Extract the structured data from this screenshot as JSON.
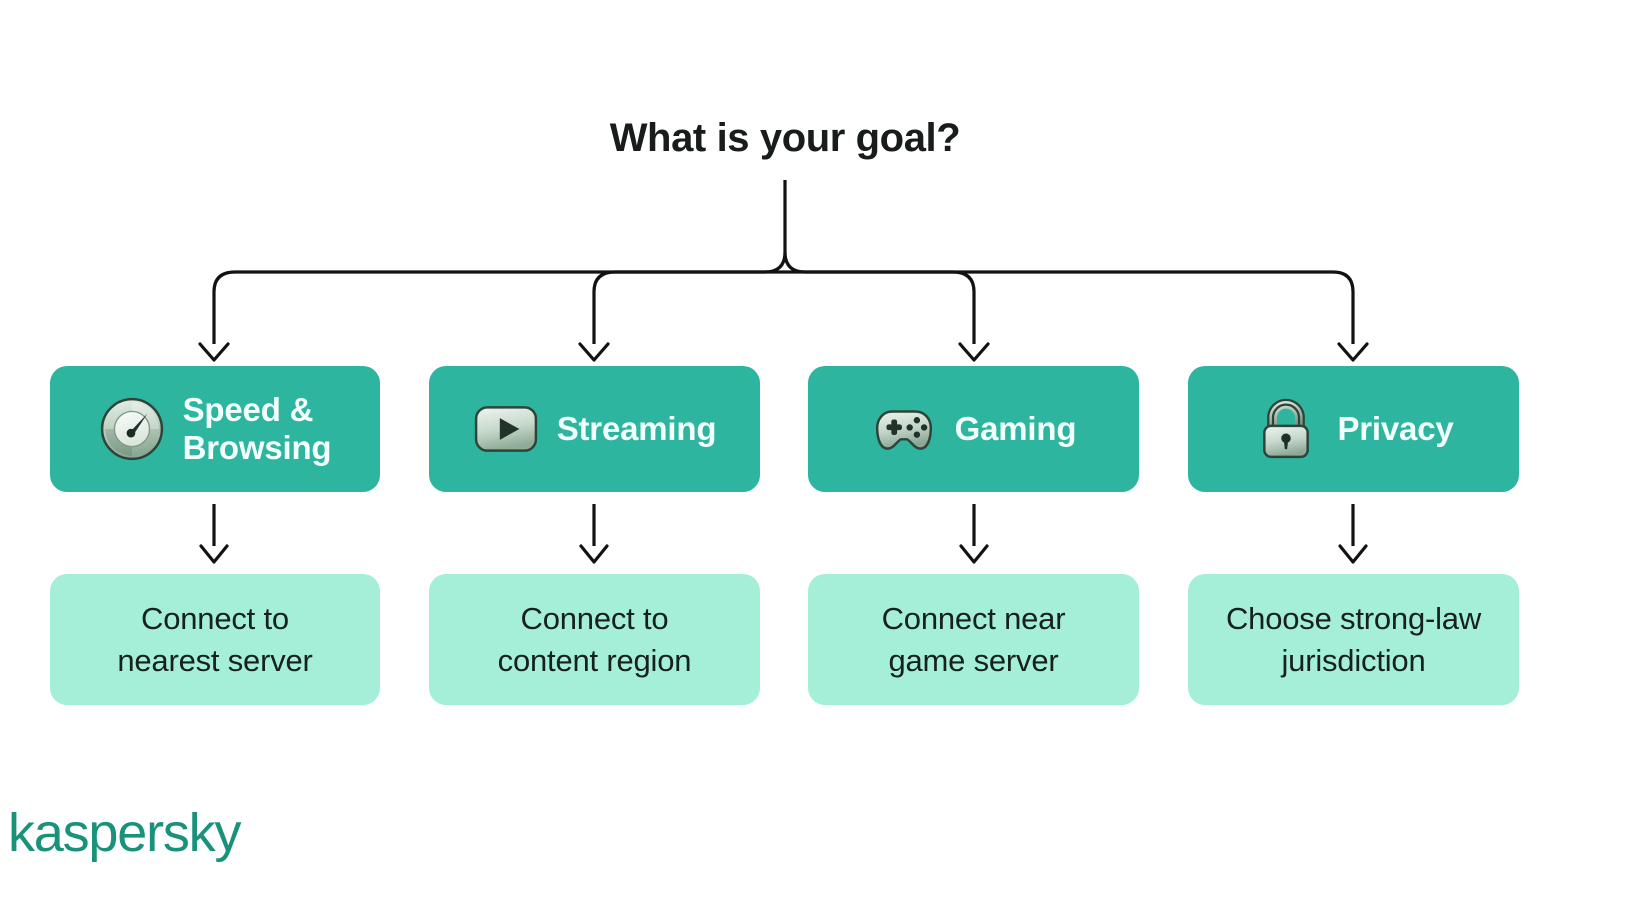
{
  "diagram": {
    "title": "What is your goal?",
    "background_color": "#ffffff",
    "accent_color": "#2db5a0",
    "secondary_color": "#a5efd9",
    "text_color": "#181c1a",
    "connector_color": "#121212",
    "goals": [
      {
        "id": "speed",
        "label": "Speed &\nBrowsing",
        "icon": "speedometer-icon",
        "action": "Connect to\nnearest server"
      },
      {
        "id": "streaming",
        "label": "Streaming",
        "icon": "play-video-icon",
        "action": "Connect to\ncontent region"
      },
      {
        "id": "gaming",
        "label": "Gaming",
        "icon": "gamepad-icon",
        "action": "Connect near\ngame server"
      },
      {
        "id": "privacy",
        "label": "Privacy",
        "icon": "padlock-icon",
        "action": "Choose strong-law\njurisdiction"
      }
    ]
  },
  "brand": {
    "name": "kaspersky",
    "color": "#18937a"
  }
}
